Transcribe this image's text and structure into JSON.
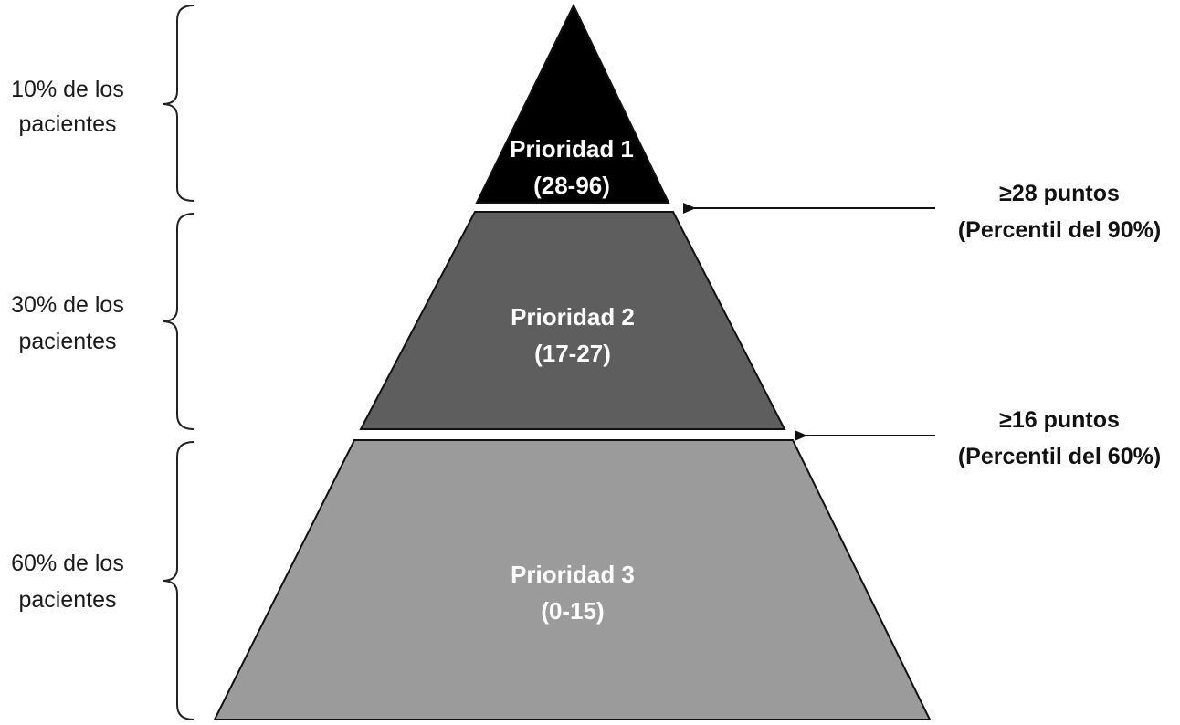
{
  "tiers": [
    {
      "name": "Prioridad 1",
      "range": "(28-96)",
      "fill": "#000000"
    },
    {
      "name": "Prioridad 2",
      "range": "(17-27)",
      "fill": "#5e5e5e"
    },
    {
      "name": "Prioridad 3",
      "range": "(0-15)",
      "fill": "#9b9b9b"
    }
  ],
  "brackets": [
    {
      "line1": "10% de los",
      "line2": "pacientes"
    },
    {
      "line1": "30% de los",
      "line2": "pacientes"
    },
    {
      "line1": "60% de los",
      "line2": "pacientes"
    }
  ],
  "thresholds": [
    {
      "line1": "≥28 puntos",
      "line2": "(Percentil del 90%)"
    },
    {
      "line1": "≥16 puntos",
      "line2": "(Percentil del 60%)"
    }
  ],
  "colors": {
    "outline": "#111111",
    "text_on_tier": "#ffffff"
  }
}
